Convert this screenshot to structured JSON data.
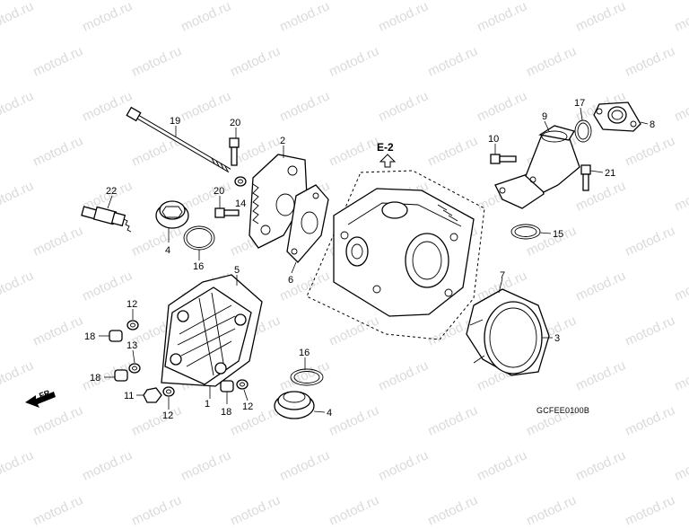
{
  "watermark_text": "motod.ru",
  "diagram_code": "GCFEE0100B",
  "section_ref": "E-2",
  "direction_label": "FR.",
  "callouts": {
    "c1": "1",
    "c2": "2",
    "c3": "3",
    "c4a": "4",
    "c4b": "4",
    "c5": "5",
    "c6": "6",
    "c7": "7",
    "c8": "8",
    "c9": "9",
    "c10": "10",
    "c11": "11",
    "c12a": "12",
    "c12b": "12",
    "c12c": "12",
    "c13": "13",
    "c14": "14",
    "c15": "15",
    "c16a": "16",
    "c16b": "16",
    "c17": "17",
    "c18a": "18",
    "c18b": "18",
    "c18c": "18",
    "c19": "19",
    "c20a": "20",
    "c20b": "20",
    "c21": "21",
    "c22": "22"
  }
}
